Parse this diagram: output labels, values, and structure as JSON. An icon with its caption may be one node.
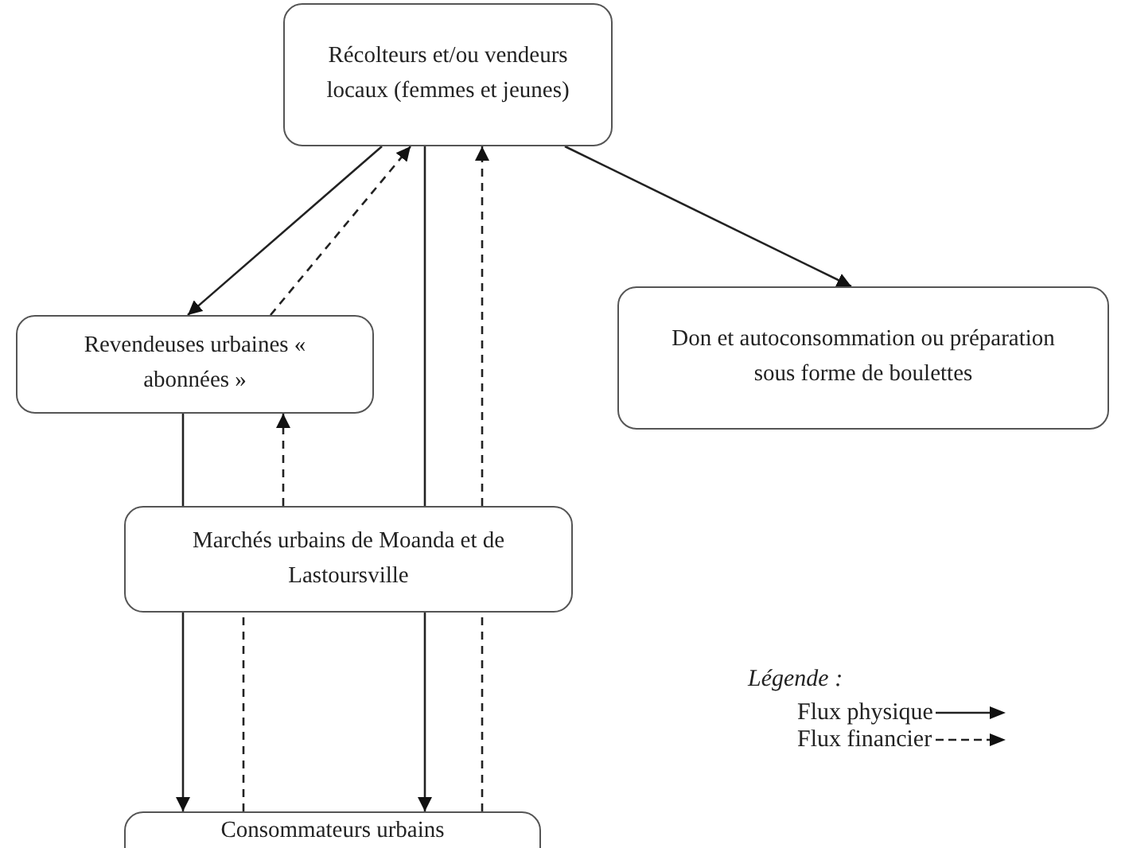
{
  "diagram": {
    "nodes": [
      {
        "text": [
          "Récolteurs et/ou vendeurs locaux (femmes et jeunes)"
        ]
      },
      {
        "text": [
          "Revendeuses urbaines « abonnées »"
        ]
      },
      {
        "text": [
          "Don et autoconsommation ou préparation sous forme de boulettes"
        ]
      },
      {
        "text": [
          "Marchés urbains de Moanda et de Lastoursville"
        ]
      },
      {
        "text": [
          "Consommateurs urbains"
        ]
      }
    ],
    "edges": [
      {
        "from": 0,
        "to": 1,
        "arrow": "to"
      },
      {
        "from": 1,
        "to": 0,
        "arrow": "to",
        "style": "dashed"
      },
      {
        "from": 0,
        "to": 2,
        "arrow": "to"
      },
      {
        "from": 1,
        "to": 3,
        "arrow": "none"
      },
      {
        "from": 3,
        "to": 4,
        "arrow": "to"
      },
      {
        "from": 0,
        "to": 3,
        "arrow": "none"
      },
      {
        "from": 3,
        "to": 4,
        "arrow": "to"
      },
      {
        "from": 3,
        "to": 1,
        "arrow": "to",
        "style": "dashed"
      },
      {
        "from": 4,
        "to": 3,
        "arrow": "none",
        "style": "dashed"
      },
      {
        "from": 4,
        "to": 3,
        "arrow": "none",
        "style": "dashed"
      },
      {
        "from": 3,
        "to": 0,
        "arrow": "to",
        "style": "dashed"
      }
    ],
    "labels": [
      "Légende :"
    ],
    "legend": [
      {
        "text": "Flux physique"
      },
      {
        "text": "Flux financier"
      }
    ]
  }
}
